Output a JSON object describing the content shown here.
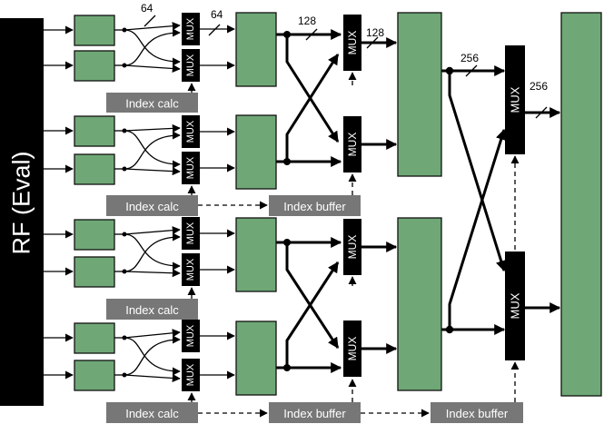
{
  "register_file": {
    "label": "RF (Eval)"
  },
  "mux_label": "MUX",
  "index_calc_label": "Index calc",
  "index_buffer_label": "Index buffer",
  "bus_widths": {
    "w64": "64",
    "w128": "128",
    "w256": "256"
  },
  "colors": {
    "block_fill": "#6fa876",
    "block_stroke": "#111111",
    "mux_fill": "#000000",
    "control_fill": "#777777",
    "control_text": "#ffffff",
    "rf_fill": "#000000",
    "wire": "#000000"
  }
}
